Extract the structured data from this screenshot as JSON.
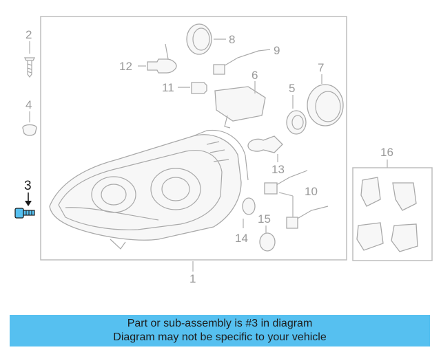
{
  "diagram": {
    "callouts": [
      "1",
      "2",
      "3",
      "4",
      "5",
      "6",
      "7",
      "8",
      "9",
      "10",
      "11",
      "12",
      "13",
      "14",
      "15",
      "16"
    ],
    "highlighted_callout": "3",
    "highlight_color": "#56c0f0",
    "icons": [
      "headlamp-assembly",
      "screw-icon",
      "clip-icon",
      "bolt-icon",
      "bulb-icon",
      "socket-icon",
      "cap-icon",
      "control-module-icon"
    ]
  },
  "banner": {
    "line1": "Part or sub-assembly is #3 in diagram",
    "line2": "Diagram may not be specific to your vehicle",
    "background": "#56c0f0"
  }
}
